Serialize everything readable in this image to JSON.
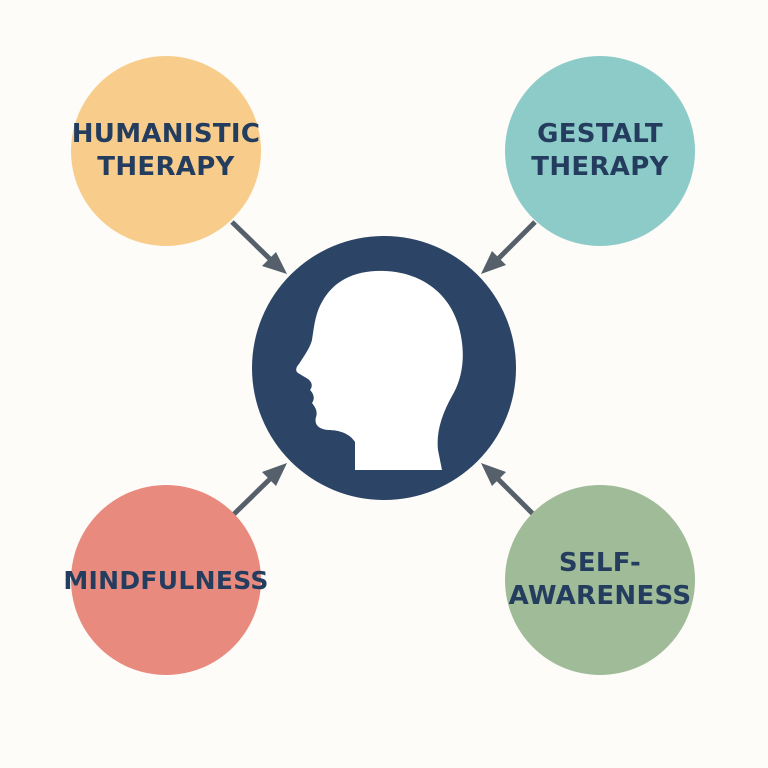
{
  "diagram": {
    "colors": {
      "background": "#fdfcf8",
      "center": "#2c4466",
      "head_silhouette": "#ffffff",
      "arrow": "#56606b",
      "text": "#243d5e"
    },
    "center": {
      "icon": "human-head-profile-icon"
    },
    "nodes": [
      {
        "id": "humanistic",
        "lines": [
          "HUMANISTIC",
          "THERAPY"
        ],
        "color": "#f8cd8c"
      },
      {
        "id": "gestalt",
        "lines": [
          "GESTALT",
          "THERAPY"
        ],
        "color": "#8dcbc9"
      },
      {
        "id": "mindfulness",
        "lines": [
          "MINDFULNESS"
        ],
        "color": "#e98a7e"
      },
      {
        "id": "self-awareness",
        "lines": [
          "SELF-",
          "AWARENESS"
        ],
        "color": "#9fbb98"
      }
    ]
  }
}
